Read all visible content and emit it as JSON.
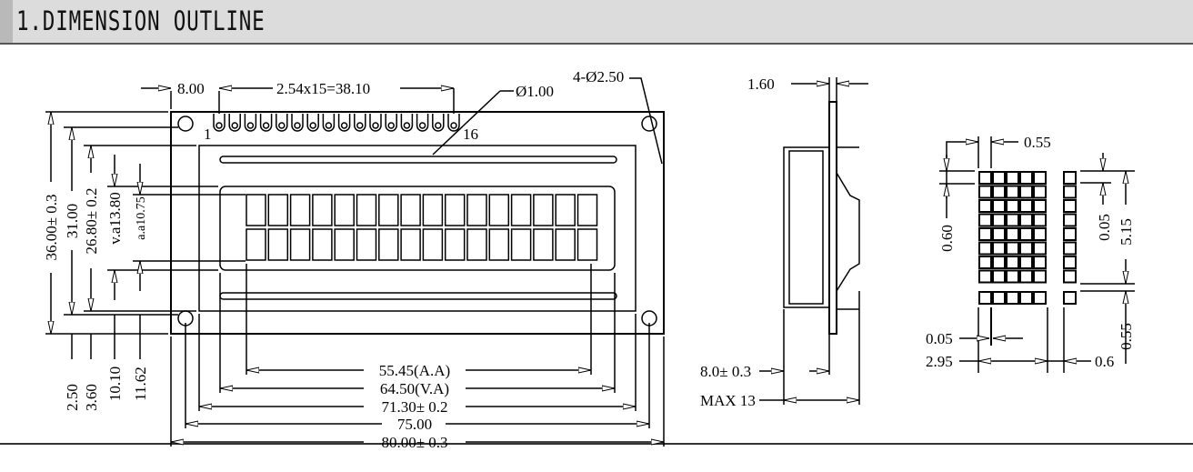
{
  "header": {
    "title": "1.DIMENSION OUTLINE"
  },
  "front_view": {
    "pin_pitch": "2.54x15=38.10",
    "pin_offset": "8.00",
    "pin_hole": "Ø1.00",
    "mount_holes": "4-Ø2.50",
    "pin_first": "1",
    "pin_last": "16",
    "height_total": "36.00± 0.3",
    "height_holes": "31.00",
    "height_bezel": "26.80± 0.2",
    "height_va": "v.a13.80",
    "height_aa": "a.a10.75",
    "offset_holes": "2.50",
    "offset_bezel": "3.60",
    "offset_va": "10.10",
    "offset_aa": "11.62",
    "width_aa": "55.45(A.A)",
    "width_va": "64.50(V.A)",
    "width_bezel": "71.30± 0.2",
    "width_holes": "75.00",
    "width_total": "80.00± 0.3"
  },
  "side_view": {
    "pcb_thickness": "1.60",
    "module_thickness": "8.0± 0.3",
    "max_thickness": "MAX 13"
  },
  "dot_detail": {
    "dot_width": "0.55",
    "dot_height": "0.60",
    "dot_gap_v": "0.05",
    "char_height": "5.15",
    "cursor_height": "0.55",
    "dot_gap_h": "0.05",
    "char_width": "2.95",
    "char_gap": "0.6"
  }
}
